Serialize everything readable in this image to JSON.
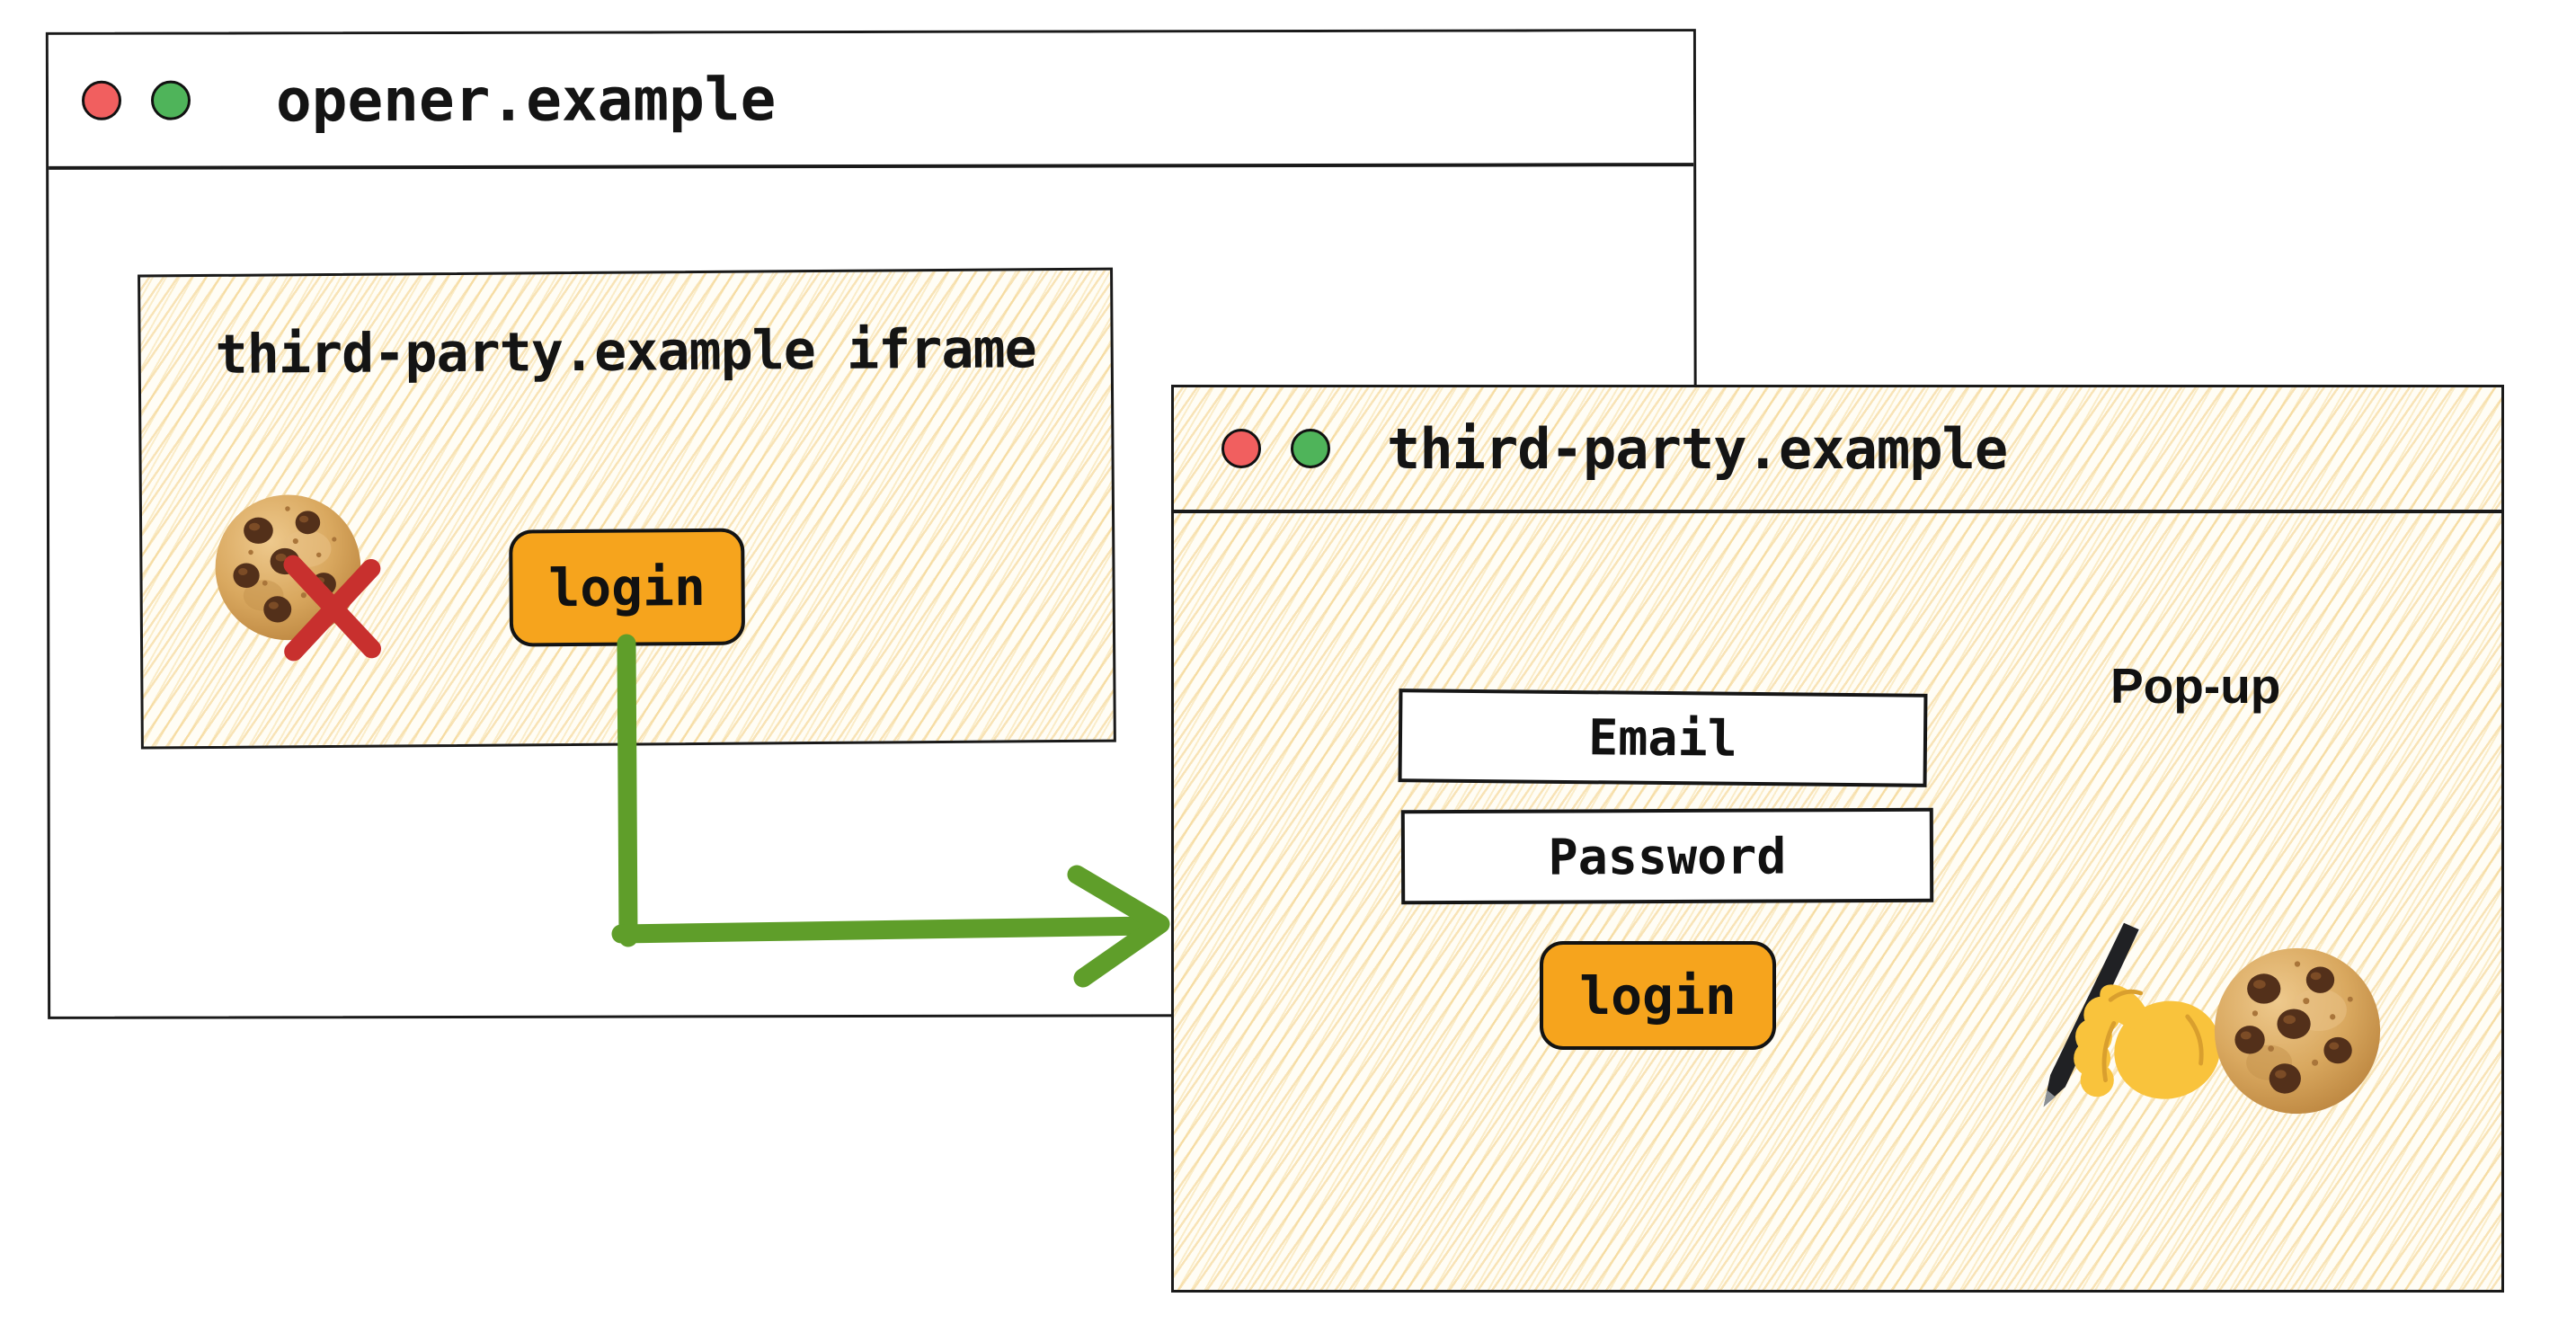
{
  "colors": {
    "window_background": "#ffffff",
    "hatch_background": "#fffdf5",
    "hatch_line": "#f2ce82",
    "border_ink": "#1a1a1a",
    "accent_orange": "#f6a41d",
    "arrow_green": "#5f9e2a",
    "blocked_x_red": "#c8302e",
    "traffic_light_red": "#f15f5f",
    "traffic_light_green": "#4fb45a"
  },
  "opener_window": {
    "title": "opener.example",
    "iframe": {
      "title": "third-party.example iframe",
      "login_button_label": "login"
    }
  },
  "popup_window": {
    "title": "third-party.example",
    "annotation": "Pop-up",
    "email_field_value": "Email",
    "password_field_value": "Password",
    "login_button_label": "login"
  },
  "icons": {
    "opener_traffic_lights": [
      "close",
      "minimize"
    ],
    "iframe_cookie": "cookie-blocked-with-red-x",
    "popup_icons": [
      "writing-hand",
      "cookie"
    ]
  }
}
